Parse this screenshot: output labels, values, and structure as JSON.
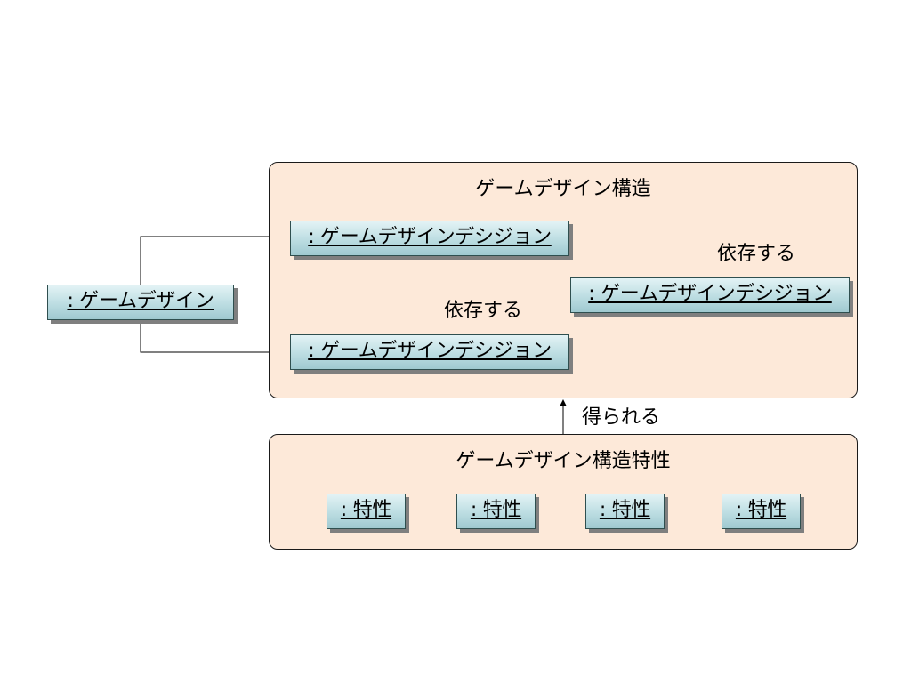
{
  "panels": {
    "structure": {
      "title": "ゲームデザイン構造"
    },
    "traits": {
      "title": "ゲームデザイン構造特性"
    }
  },
  "objects": {
    "design": ": ゲームデザイン",
    "decision_top": ": ゲームデザインデシジョン",
    "decision_bottom": ": ゲームデザインデシジョン",
    "decision_right": ": ゲームデザインデシジョン"
  },
  "traits": [
    ": 特性",
    ": 特性",
    ": 特性",
    ": 特性"
  ],
  "edges": {
    "depends_right": "依存する",
    "depends_vertical": "依存する",
    "obtained": "得られる"
  },
  "colors": {
    "panel_fill": "#fde9d9",
    "object_fill_top": "#e3f3f5",
    "object_fill_bottom": "#9fc9d0",
    "object_shadow": "#7f7f7f",
    "line": "#000000"
  }
}
